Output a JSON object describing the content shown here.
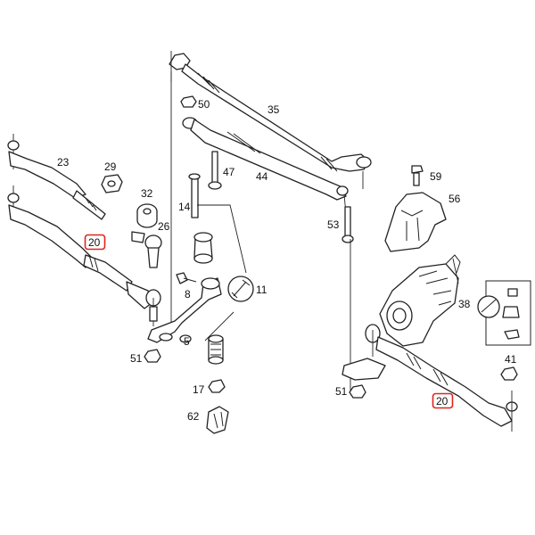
{
  "diagram": {
    "highlight_color": "#e0241b",
    "line_color": "#222222",
    "labels": {
      "p35": "35",
      "p50": "50",
      "p44": "44",
      "p47": "47",
      "p23": "23",
      "p29": "29",
      "p32": "32",
      "p14": "14",
      "p26": "26",
      "p20_left": "20",
      "p8": "8",
      "p11": "11",
      "p5": "5",
      "p51_left": "51",
      "p17": "17",
      "p62": "62",
      "p59": "59",
      "p56": "56",
      "p53": "53",
      "p38": "38",
      "p41": "41",
      "p51_right": "51",
      "p20_right": "20"
    }
  }
}
